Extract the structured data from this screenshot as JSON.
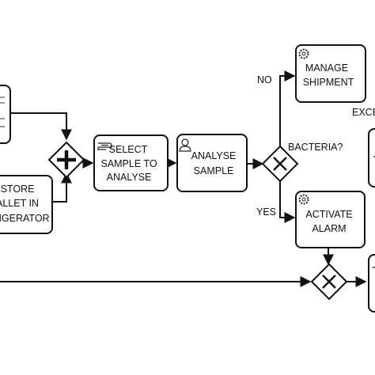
{
  "tasks": {
    "store_pallet": {
      "lines": [
        "STORE",
        "ALLET IN",
        "RIGERATOR"
      ]
    },
    "select_sample": {
      "lines": [
        "SELECT",
        "SAMPLE TO",
        "ANALYSE"
      ],
      "icon": "hand-icon"
    },
    "analyse_sample": {
      "lines": [
        "ANALYSE",
        "SAMPLE"
      ],
      "icon": "user-icon"
    },
    "manage_shipment": {
      "lines": [
        "MANAGE",
        "SHIPMENT"
      ],
      "icon": "gear-icon"
    },
    "activate_alarm": {
      "lines": [
        "ACTIVATE",
        "ALARM"
      ],
      "icon": "gear-icon"
    }
  },
  "gateways": {
    "parallel": {
      "symbol": "+",
      "type": "parallel-gateway"
    },
    "bacteria": {
      "symbol": "X",
      "type": "exclusive-gateway",
      "label": "BACTERIA?"
    },
    "merge": {
      "symbol": "X",
      "type": "exclusive-gateway"
    }
  },
  "edge_labels": {
    "no": "NO",
    "yes": "YES",
    "exception": "EXCE"
  }
}
